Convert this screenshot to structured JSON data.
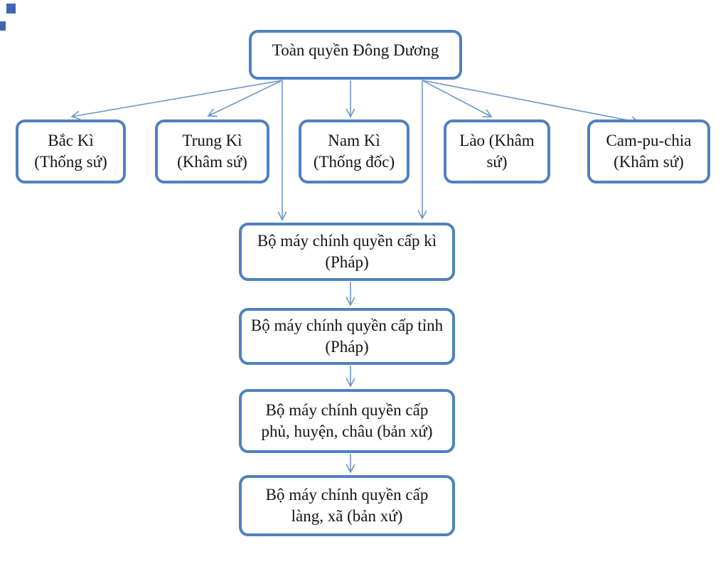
{
  "diagram": {
    "description": "Organizational chart of the colonial government apparatus of French Indochina",
    "colors": {
      "box_border": "#4f81bd",
      "arrow_line": "#7096c8",
      "text": "#141414",
      "background": "#ffffff",
      "artifact_square": "#3e68b0"
    },
    "nodes": {
      "governor": {
        "line1": "Toàn quyền Đông Dương",
        "line2": ""
      },
      "bac_ki": {
        "line1": "Bắc Kì",
        "line2": "(Thống sứ)"
      },
      "trung_ki": {
        "line1": "Trung Kì",
        "line2": "(Khâm sứ)"
      },
      "nam_ki": {
        "line1": "Nam Kì",
        "line2": "(Thống đốc)"
      },
      "lao": {
        "line1": "Lào (Khâm",
        "line2": "sứ)"
      },
      "campuchia": {
        "line1": "Cam-pu-chia",
        "line2": "(Khâm sứ)"
      },
      "cap_ki": {
        "line1": "Bộ máy chính quyền cấp kì",
        "line2": "(Pháp)"
      },
      "cap_tinh": {
        "line1": "Bộ máy chính quyền cấp tỉnh",
        "line2": "(Pháp)"
      },
      "cap_phu": {
        "line1": "Bộ máy chính quyền cấp",
        "line2": "phủ, huyện, châu (bản xứ)"
      },
      "cap_lang": {
        "line1": "Bộ máy chính quyền cấp",
        "line2": "làng, xã (bản xứ)"
      }
    },
    "edges": [
      {
        "from": "governor",
        "to": "bac_ki"
      },
      {
        "from": "governor",
        "to": "trung_ki"
      },
      {
        "from": "governor",
        "to": "nam_ki"
      },
      {
        "from": "governor",
        "to": "lao"
      },
      {
        "from": "governor",
        "to": "campuchia"
      },
      {
        "from": "governor",
        "to": "cap_ki",
        "via": "left-vertical"
      },
      {
        "from": "governor",
        "to": "cap_ki",
        "via": "right-vertical"
      },
      {
        "from": "cap_ki",
        "to": "cap_tinh"
      },
      {
        "from": "cap_tinh",
        "to": "cap_phu"
      },
      {
        "from": "cap_phu",
        "to": "cap_lang"
      }
    ]
  }
}
